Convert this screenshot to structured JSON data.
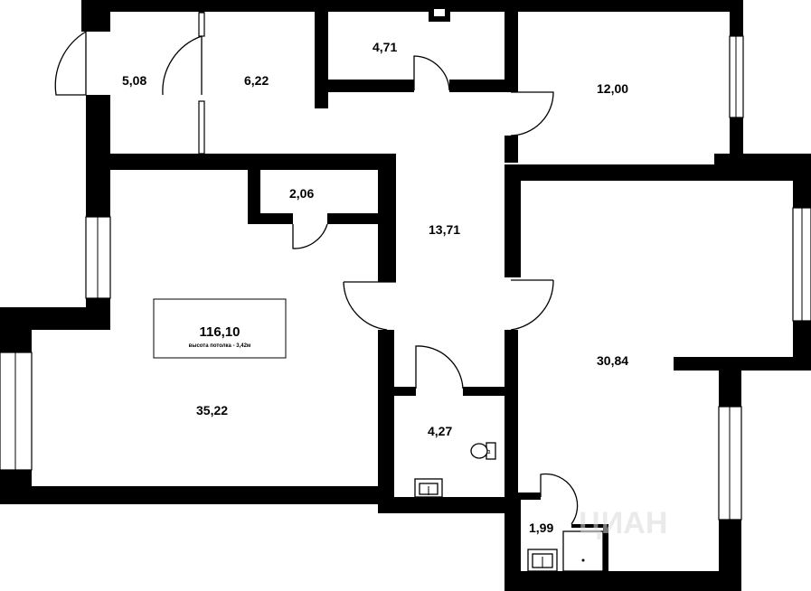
{
  "plan": {
    "total_area": "116,10",
    "ceiling_height_note": "высота потолка - 3,42м",
    "watermark_text": "ЦИАН",
    "rooms": [
      {
        "id": "vestibule",
        "area": "5,08"
      },
      {
        "id": "wardrobe",
        "area": "6,22"
      },
      {
        "id": "storage",
        "area": "4,71"
      },
      {
        "id": "bedroom",
        "area": "12,00"
      },
      {
        "id": "closet",
        "area": "2,06"
      },
      {
        "id": "hall",
        "area": "13,71"
      },
      {
        "id": "living",
        "area": "35,22"
      },
      {
        "id": "master-bedroom",
        "area": "30,84"
      },
      {
        "id": "bathroom",
        "area": "4,27"
      },
      {
        "id": "shower-room",
        "area": "1,99"
      }
    ]
  }
}
